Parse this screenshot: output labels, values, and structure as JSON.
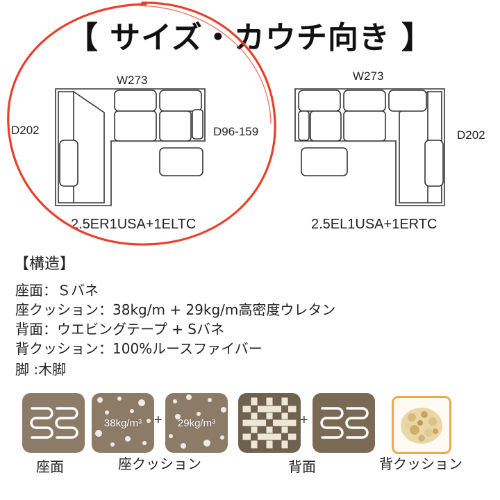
{
  "title": "【 サイズ・カウチ向き 】",
  "left_plan": {
    "width_label": "W273",
    "depth_label": "D202",
    "chaise_depth_label": "D96-159",
    "model": "2.5ER1USA+1ELTC"
  },
  "right_plan": {
    "width_label": "W273",
    "depth_label": "D202",
    "model": "2.5EL1USA+1ERTC"
  },
  "spec": {
    "heading": "【構造】",
    "lines": [
      "座面：Ｓバネ",
      "座クッション：38kg/m + 29kg/m高密度ウレタン",
      "背面：ウエビングテープ + Sバネ",
      "背クッション：100%ルースファイバー",
      "脚 :木脚"
    ]
  },
  "materials": {
    "seat_label": "座面",
    "seat_cushion_label": "座クッション",
    "foam_38": "38kg/m³",
    "foam_29": "29kg/m³",
    "back_label": "背面",
    "back_cushion_label": "背クッション",
    "plus": "+"
  },
  "colors": {
    "highlight_circle": "#e8402a",
    "tile_brown": "#8c7b66",
    "tile_dark": "#7a6a55",
    "fiber_border": "#f0a848"
  }
}
